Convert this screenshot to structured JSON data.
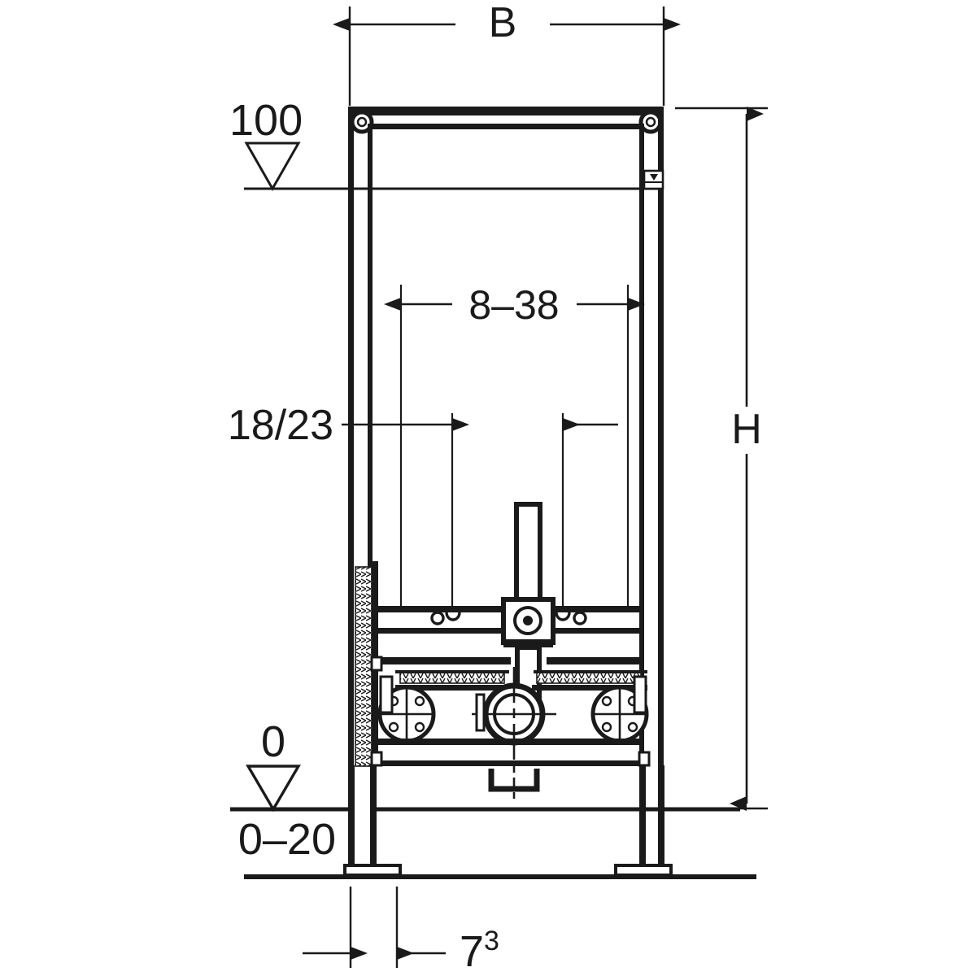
{
  "drawing": {
    "title": "Sanitary installation frame - dimensioned elevation",
    "type": "technical-line-drawing",
    "units": "cm",
    "line_color": "#1a1a1a",
    "background_color": "#ffffff"
  },
  "dimensions": {
    "width_overall": {
      "label": "B",
      "name": "overall-width",
      "orientation": "horizontal",
      "position": "top"
    },
    "height_overall": {
      "label": "H",
      "name": "overall-height",
      "orientation": "vertical",
      "position": "right"
    },
    "mounting_spread": {
      "label": "8–38",
      "name": "mounting-bracket-spread",
      "orientation": "horizontal"
    },
    "bracket_offset": {
      "label": "18/23",
      "name": "bracket-offset",
      "orientation": "horizontal"
    },
    "foot_depth": {
      "label": "7",
      "superscript": "3",
      "name": "foot-depth",
      "orientation": "horizontal",
      "position": "bottom"
    }
  },
  "datums": {
    "upper": {
      "label": "100",
      "name": "datum-upper",
      "marker": "inverted-triangle-open"
    },
    "lower": {
      "label": "0",
      "name": "datum-zero",
      "marker": "inverted-triangle-open"
    },
    "floor_adjust": {
      "label": "0–20",
      "name": "floor-adjustment-range"
    }
  },
  "components": {
    "left_rail": "left-vertical-rail",
    "right_rail": "right-vertical-rail",
    "top_crossbar": "top-crossbar",
    "mounting_crossbar": "mounting-crossbar",
    "threaded_rack": "threaded-adjustment-rack",
    "center_pipe": "center-drain-pipe",
    "pipe_clamp": "center-pipe-clamp",
    "left_flange": "left-bracket-flange",
    "right_flange": "right-bracket-flange",
    "left_foot": "left-foot",
    "right_foot": "right-foot",
    "floor_line": "floor-reference-line",
    "bolt_hole_left": "top-bolt-hole-left",
    "bolt_hole_right": "top-bolt-hole-right",
    "level_marker": "level-indicator-marker"
  }
}
